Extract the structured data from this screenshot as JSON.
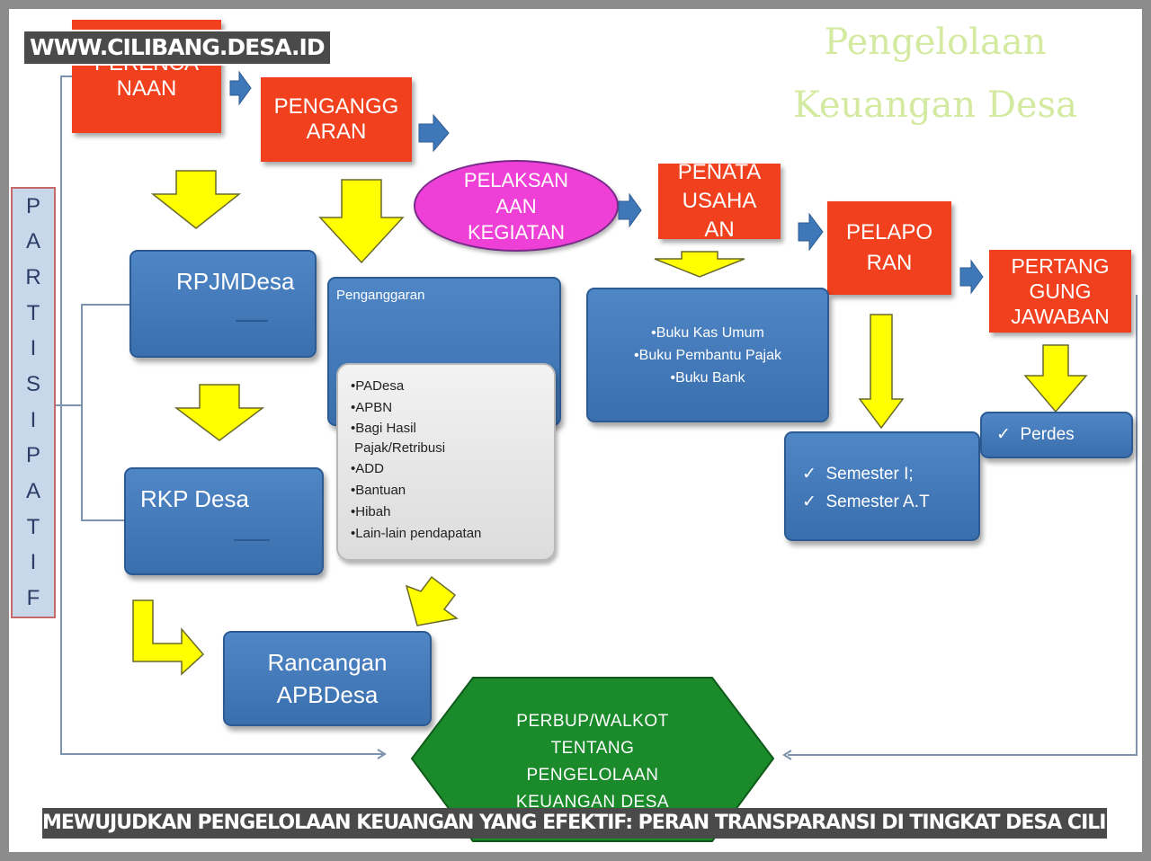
{
  "watermark_site": "WWW.CILIBANG.DESA.ID",
  "caption": "MEWUJUDKAN PENGELOLAAN KEUANGAN YANG EFEKTIF: PERAN TRANSPARANSI DI TINGKAT DESA CILIBANG",
  "title": {
    "line1": "Pengelolaan",
    "line2": "Keuangan  Desa"
  },
  "side_label": [
    "P",
    "A",
    "R",
    "T",
    "I",
    "S",
    "I",
    "P",
    "A",
    "T",
    "I",
    "F"
  ],
  "stages": {
    "perencanaan": [
      "PERENCA",
      "NAAN"
    ],
    "penganggaran": [
      "PENGANGG",
      "ARAN"
    ],
    "pelaksanaan": [
      "PELAKSAN",
      "AAN",
      "KEGIATAN"
    ],
    "penatausahaan": [
      "PENATA",
      "USAHA",
      "AN"
    ],
    "pelaporan": [
      "PELAPO",
      "RAN"
    ],
    "pertanggungjawaban": [
      "PERTANG",
      "GUNG",
      "JAWABAN"
    ]
  },
  "boxes": {
    "rpjmdesa": "RPJMDesa",
    "rkpdesa": "RKP Desa",
    "rancangan": [
      "Rancangan",
      "APBDesa"
    ],
    "penganggaran_title": "Penganggaran",
    "sumber": [
      "PADesa",
      "APBN",
      "Bagi Hasil",
      "Pajak/Retribusi",
      "ADD",
      "Bantuan",
      "Hibah",
      "Lain-lain pendapatan"
    ],
    "buku": [
      "Buku Kas Umum",
      "Buku   Pembantu Pajak",
      "Buku   Bank"
    ],
    "semester": [
      "Semester  I;",
      "Semester  A.T"
    ],
    "perdes": "Perdes",
    "perbup": [
      "PERBUP/WALKOT",
      "TENTANG",
      "PENGELOLAAN",
      "KEUANGAN DESA"
    ]
  },
  "colors": {
    "red": "#f0401e",
    "blue": "#3f78b8",
    "yellow": "#ffff00",
    "green": "#1a8a2a",
    "magenta": "#ee3fd6",
    "title_green": "#d4eaa0"
  }
}
